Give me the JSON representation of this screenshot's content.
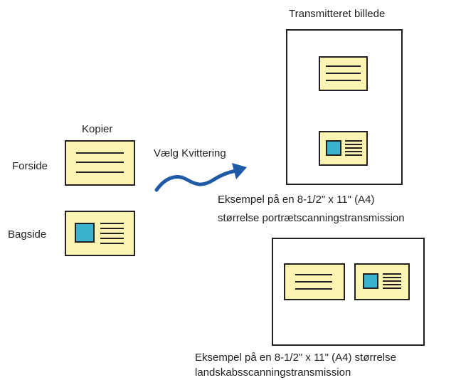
{
  "transmitted_label": "Transmitteret billede",
  "copy_label": "Kopier",
  "front_label": "Forside",
  "back_label": "Bagside",
  "action_label": "Vælg Kvittering",
  "portrait_caption": {
    "line1": "Eksempel på en 8-1/2\" x 11\" (A4)",
    "line2": "størrelse portrætscanningstransmission"
  },
  "landscape_caption": {
    "line1": "Eksempel på en 8-1/2\" x 11\" (A4) størrelse",
    "line2": "landskabsscanningstransmission"
  },
  "colors": {
    "card_fill": "#fbf3b1",
    "photo_fill": "#3ab2ce",
    "arrow": "#1f5aa6",
    "outline": "#231f20"
  }
}
